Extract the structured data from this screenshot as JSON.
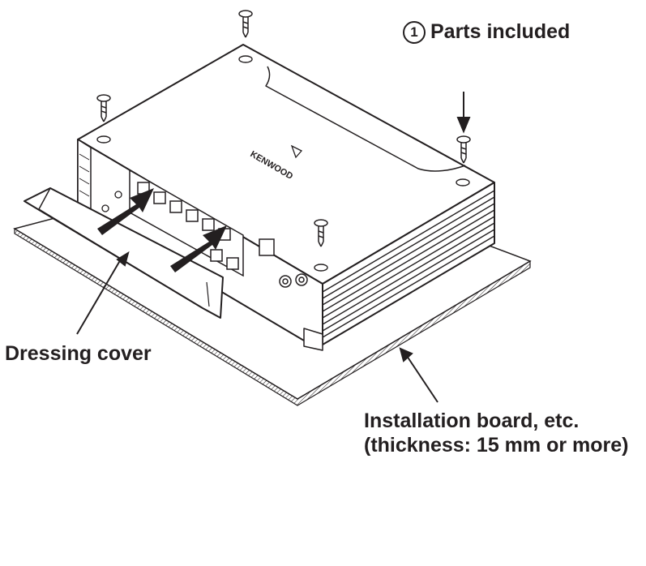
{
  "labels": {
    "parts_number": "1",
    "parts_included": "Parts included",
    "dressing_cover": "Dressing cover",
    "board_line1": "Installation board, etc.",
    "board_line2": "(thickness: 15 mm or more)",
    "brand": "KENWOOD"
  },
  "icons": [
    "screw-icon",
    "arrow-icon",
    "triangle-mark-icon"
  ],
  "colors": {
    "line": "#231f20",
    "background": "#ffffff"
  }
}
